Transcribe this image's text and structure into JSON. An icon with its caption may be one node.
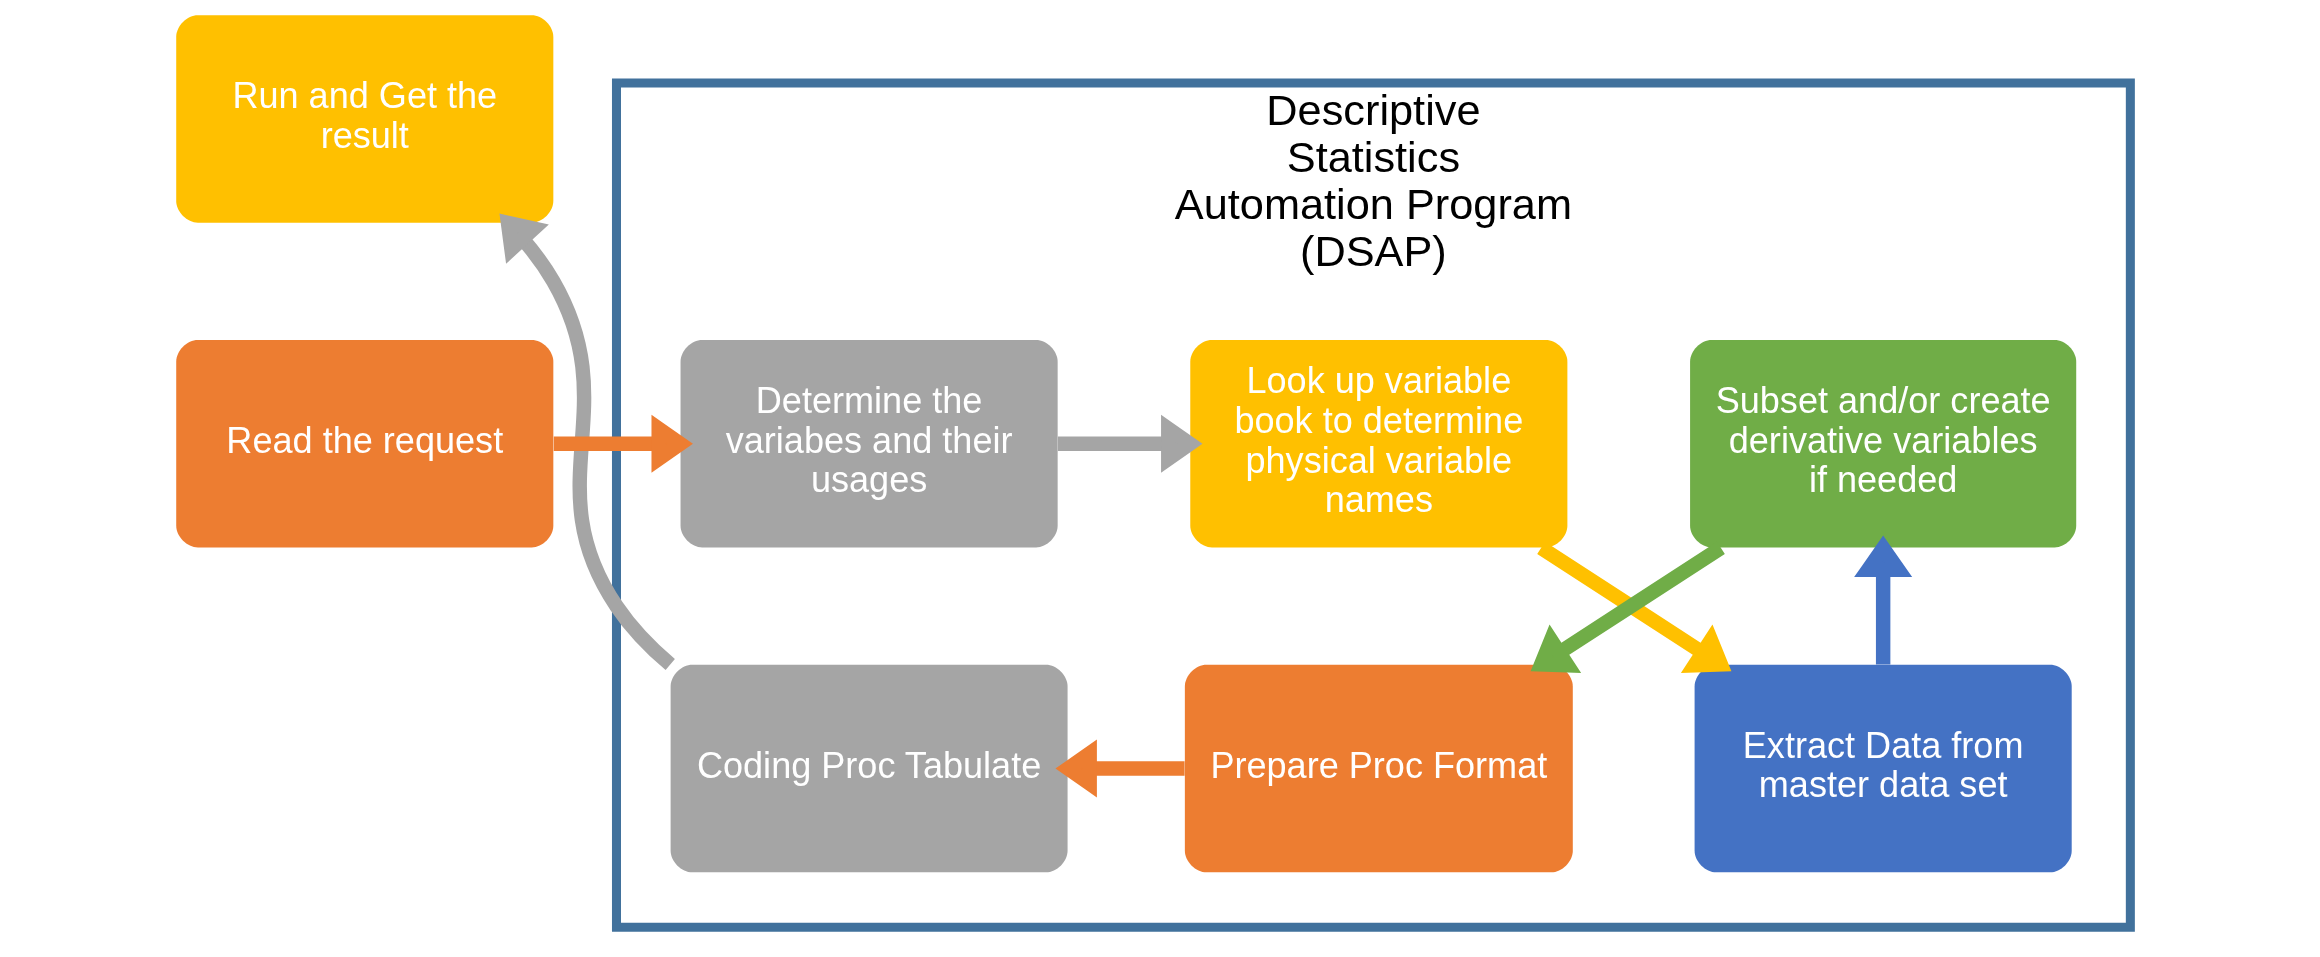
{
  "diagram": {
    "nodes": [
      {
        "text": [
          "Descriptive Statistics Automation Program (DSAP)"
        ]
      },
      {
        "text": [
          "Read the request"
        ]
      },
      {
        "text": [
          "Determine the variabes and their usages"
        ],
        "in": 0
      },
      {
        "text": [
          "Look up variable book to determine physical variable names"
        ],
        "in": 0
      },
      {
        "text": [
          "Extract Data from master data set"
        ],
        "in": 0
      },
      {
        "text": [
          "Subset and/or create derivative variables if needed"
        ],
        "in": 0
      },
      {
        "text": [
          "Prepare Proc Format"
        ],
        "in": 0
      },
      {
        "text": [
          "Coding Proc Tabulate"
        ],
        "in": 0
      },
      {
        "text": [
          "Run and Get the result"
        ]
      }
    ],
    "edges": [
      {
        "from": 1,
        "to": 2,
        "arrow": "to",
        "color": "#ed7d31"
      },
      {
        "from": 2,
        "to": 3,
        "arrow": "to",
        "color": "#a5a5a5"
      },
      {
        "from": 3,
        "to": 4,
        "arrow": "to",
        "color": "#ffc000"
      },
      {
        "from": 4,
        "to": 5,
        "arrow": "to",
        "color": "#4472c4"
      },
      {
        "from": 5,
        "to": 6,
        "arrow": "to",
        "color": "#70ad47"
      },
      {
        "from": 6,
        "to": 7,
        "arrow": "to",
        "color": "#ed7d31"
      },
      {
        "from": 7,
        "to": 8,
        "arrow": "to",
        "color": "#a5a5a5"
      }
    ]
  }
}
